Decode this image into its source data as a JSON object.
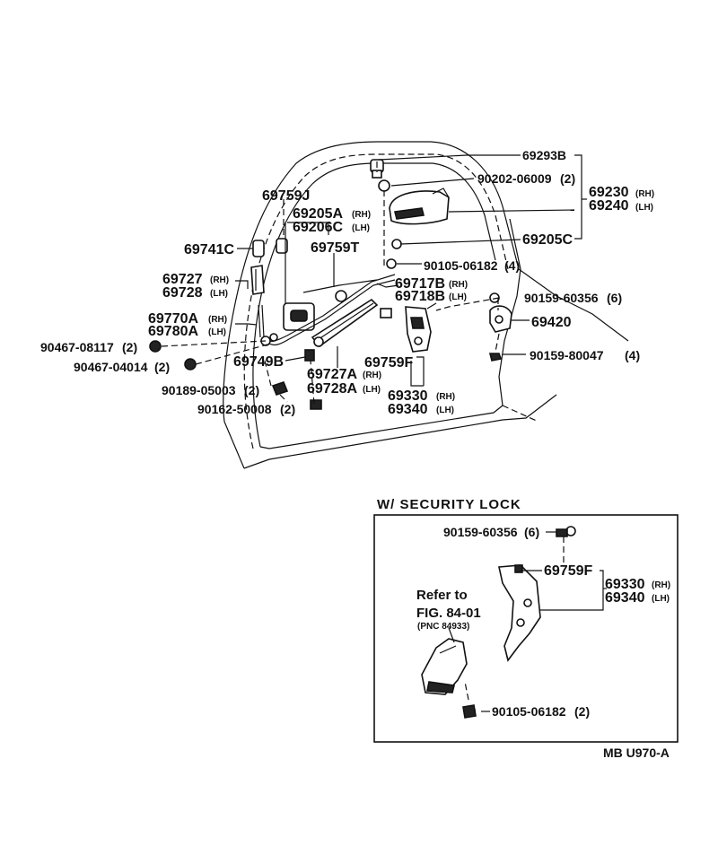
{
  "main_labels": {
    "p69293B": "69293B",
    "p90202": "90202-06009",
    "p90202_q": "(2)",
    "p69230": "69230",
    "p69240": "69240",
    "p69759J": "69759J",
    "p69205A": "69205A",
    "p69206C": "69206C",
    "p69741C": "69741C",
    "p69759T": "69759T",
    "p69205C": "69205C",
    "p90105_a": "90105-06182",
    "p90105_a_q": "(4)",
    "p69727": "69727",
    "p69728": "69728",
    "p69717B": "69717B",
    "p69718B": "69718B",
    "p90159_60356": "90159-60356",
    "p90159_60356_q": "(6)",
    "p69770A": "69770A",
    "p69780A": "69780A",
    "p69420": "69420",
    "p90467_08117": "90467-08117",
    "p90467_08117_q": "(2)",
    "p90467_04014": "90467-04014",
    "p90467_04014_q": "(2)",
    "p69749B": "69749B",
    "p69759F": "69759F",
    "p90159_80047": "90159-80047",
    "p90159_80047_q": "(4)",
    "p69727A": "69727A",
    "p69728A": "69728A",
    "p90189": "90189-05003",
    "p90189_q": "(2)",
    "p69330": "69330",
    "p69340": "69340",
    "p90162": "90162-50008",
    "p90162_q": "(2)"
  },
  "side_tags": {
    "rh": "(RH)",
    "lh": "(LH)"
  },
  "inset": {
    "title": "W/ SECURITY  LOCK",
    "p90159": "90159-60356",
    "p90159_q": "(6)",
    "p69759F": "69759F",
    "p69330": "69330",
    "p69340": "69340",
    "refer_line1": "Refer to",
    "refer_line2": "FIG. 84-01",
    "refer_line3": "(PNC 84933)",
    "p90105": "90105-06182",
    "p90105_q": "(2)"
  },
  "figure_code": "MB U970-A"
}
